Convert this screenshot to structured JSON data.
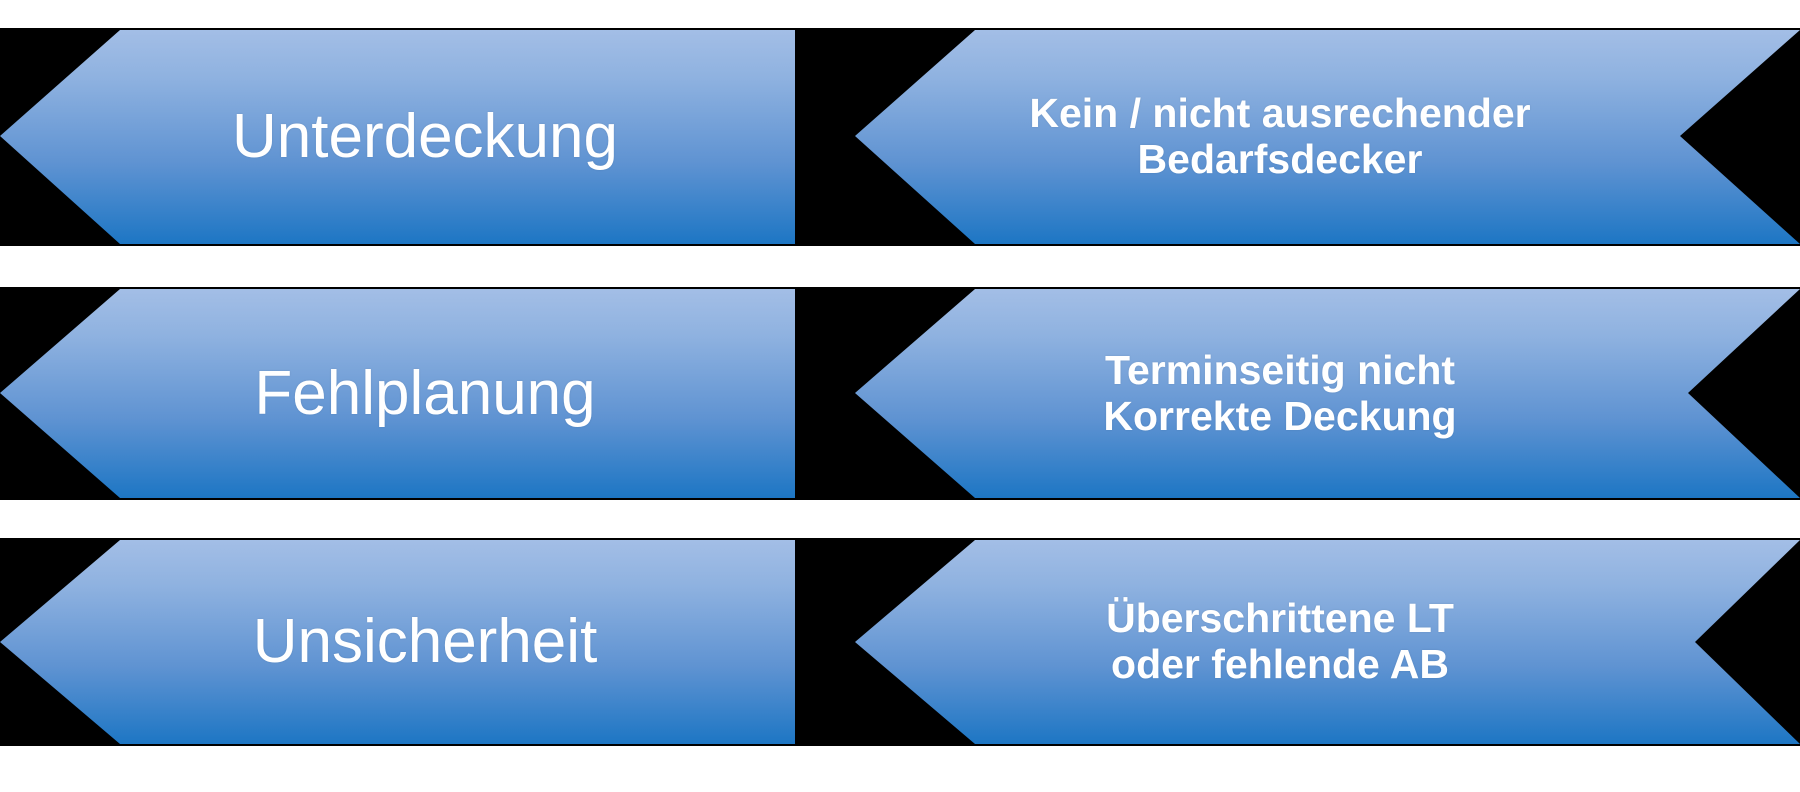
{
  "diagram": {
    "type": "chevron-process-diagram",
    "title_text_color": "#ffffff",
    "background_color": "#ffffff",
    "shape_outline_color": "#000000",
    "gradient_top_color": "#9ab9e3",
    "gradient_bottom_color": "#1f77c4",
    "rows": [
      {
        "id": "row-unterdeckung",
        "left_chevron": {
          "label": "Unterdeckung",
          "style": "regular"
        },
        "right_chevron": {
          "label_line_1": "Kein / nicht ausrechender",
          "label_line_2": "Bedarfsdecker",
          "style": "bold"
        }
      },
      {
        "id": "row-fehlplanung",
        "left_chevron": {
          "label": "Fehlplanung",
          "style": "regular"
        },
        "right_chevron": {
          "label_line_1": "Terminseitig nicht",
          "label_line_2": "Korrekte Deckung",
          "style": "bold"
        }
      },
      {
        "id": "row-unsicherheit",
        "left_chevron": {
          "label": "Unsicherheit",
          "style": "regular"
        },
        "right_chevron": {
          "label_line_1": "Überschrittene LT",
          "label_line_2": "oder fehlende AB",
          "style": "bold"
        }
      }
    ]
  }
}
